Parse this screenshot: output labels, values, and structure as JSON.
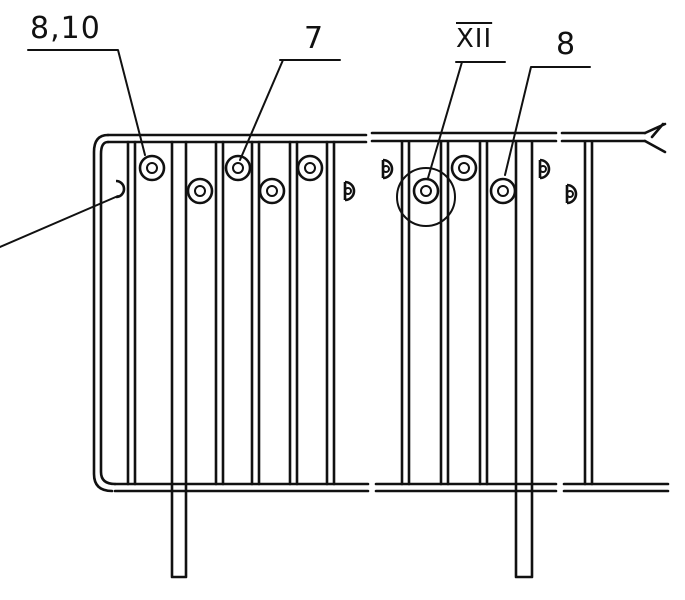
{
  "callouts": {
    "c810": {
      "text": "8,10"
    },
    "c7": {
      "text": "7"
    },
    "cxii": {
      "text": "XII"
    },
    "c8": {
      "text": "8"
    }
  },
  "colors": {
    "ink": "#111111",
    "paper": "#ffffff"
  }
}
